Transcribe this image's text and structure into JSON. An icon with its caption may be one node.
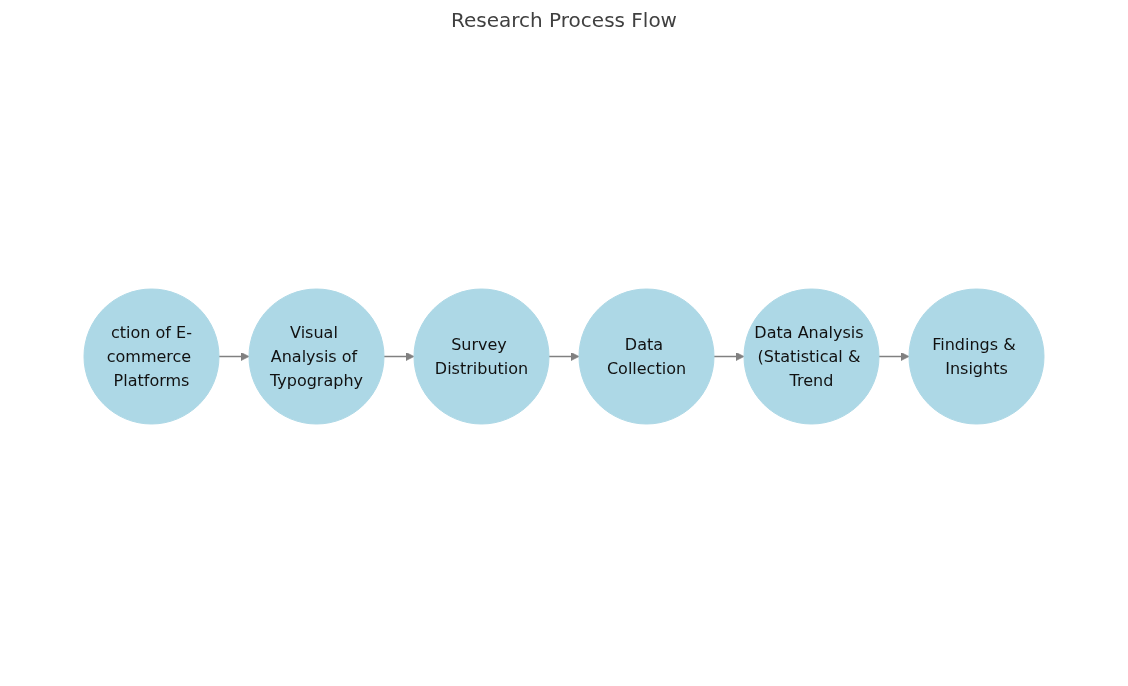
{
  "diagram": {
    "title": "Research Process Flow",
    "nodes": [
      {
        "text": [
          "ction of E-commerce Platforms"
        ]
      },
      {
        "text": [
          "Visual Analysis of Typography"
        ]
      },
      {
        "text": [
          "Survey Distribution"
        ]
      },
      {
        "text": [
          "Data Collection"
        ]
      },
      {
        "text": [
          "Data Analysis (Statistical & Trend"
        ]
      },
      {
        "text": [
          "Findings & Insights"
        ]
      }
    ],
    "edges": [
      {
        "from": 0,
        "to": 1,
        "arrow": "to"
      },
      {
        "from": 1,
        "to": 2,
        "arrow": "to"
      },
      {
        "from": 2,
        "to": 3,
        "arrow": "to"
      },
      {
        "from": 3,
        "to": 4,
        "arrow": "to"
      },
      {
        "from": 4,
        "to": 5,
        "arrow": "to"
      }
    ]
  }
}
